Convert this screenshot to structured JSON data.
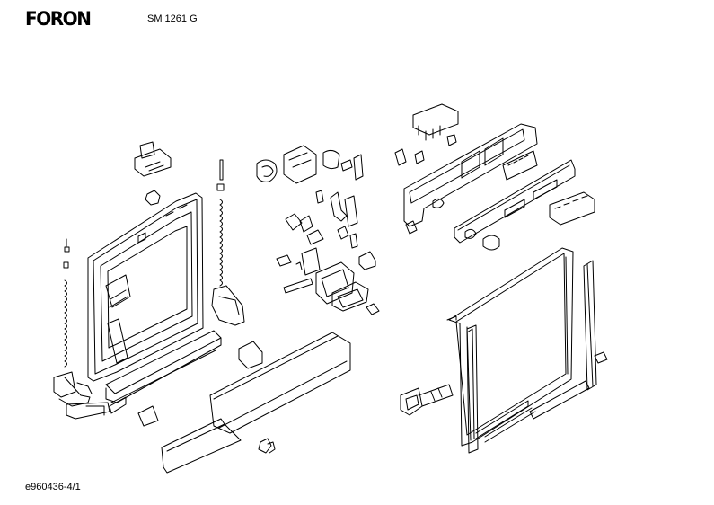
{
  "header": {
    "brand": "FORON",
    "model": "SM 1261 G"
  },
  "footer": {
    "document_id": "e960436-4/1"
  },
  "drawing": {
    "description_icon": "exploded-parts-diagram",
    "stroke_color": "#000000"
  }
}
